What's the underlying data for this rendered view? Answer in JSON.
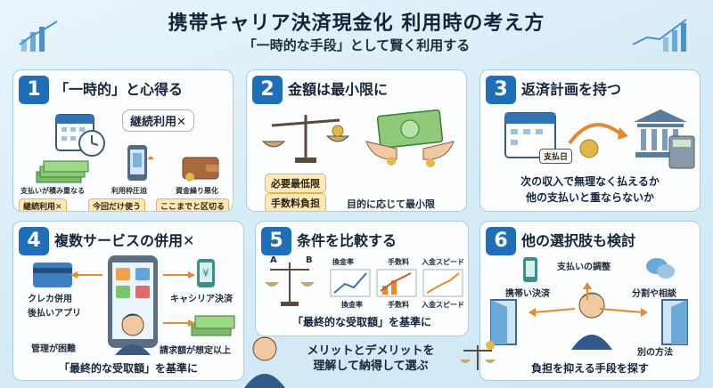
{
  "title": "携帯キャリア決済現金化 利用時の考え方",
  "subtitle": "「一時的な手段」として賢く利用する",
  "cards": [
    {
      "num": "1",
      "title": "「一時的」と心得る",
      "bubble": "継続利用✕",
      "labels": [
        "支払いが積み重なる",
        "利用枠圧迫",
        "資金繰り悪化"
      ],
      "tags": [
        "継続利用✕",
        "今回だけ使う",
        "ここまでと区切る"
      ]
    },
    {
      "num": "2",
      "title": "金額は最小限に",
      "tags": [
        "必要最低限",
        "手数料負担"
      ],
      "note": "目的に応じて最小限"
    },
    {
      "num": "3",
      "title": "返済計画を持つ",
      "calendar_label": "支払日",
      "lines": [
        "次の収入で無理なく払えるか",
        "他の支払いと重ならないか"
      ]
    },
    {
      "num": "4",
      "title": "複数サービスの併用✕",
      "labels": [
        "クレカ併用",
        "後払いアプリ",
        "キャシリア決済",
        "管理が困難",
        "請求額が想定以上"
      ],
      "bottom": "「最終的な受取額」を基準に"
    },
    {
      "num": "5",
      "title": "条件を比較する",
      "scale_labels": [
        "A",
        "B"
      ],
      "top_labels": [
        "換金率",
        "手数料",
        "入金スピード"
      ],
      "bottom_labels": [
        "換金率",
        "手数料",
        "入金スピード"
      ],
      "bottom": "「最終的な受取額」を基準に"
    },
    {
      "num": "6",
      "title": "他の選択肢も検討",
      "labels": [
        "支払いの調整",
        "携帯い決済",
        "分割や相談",
        "別の方法"
      ],
      "bottom": "負担を抑える手段を探す"
    }
  ],
  "footer": [
    "メリットとデメリットを",
    "理解して納得して選ぶ"
  ],
  "colors": {
    "accent": "#1f6fb8",
    "card_border": "#a9cde6",
    "tag_bg": "#fde9b8"
  }
}
